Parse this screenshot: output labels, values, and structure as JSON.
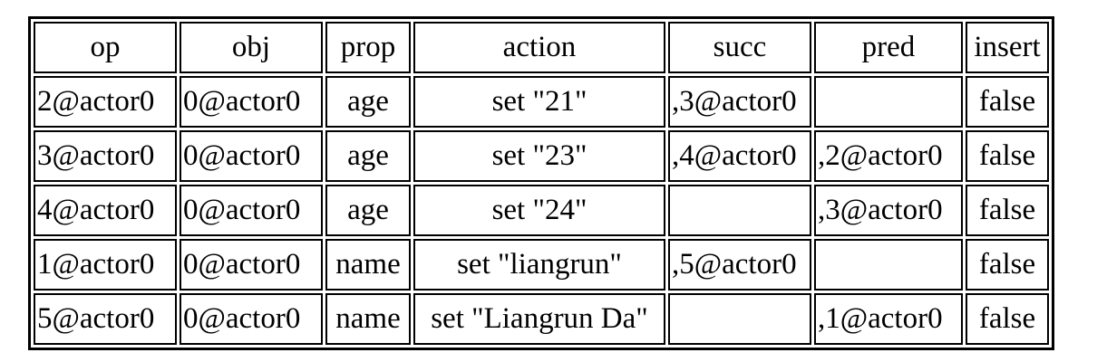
{
  "table": {
    "headers": [
      "op",
      "obj",
      "prop",
      "action",
      "succ",
      "pred",
      "insert"
    ],
    "rows": [
      [
        "2@actor0",
        "0@actor0",
        "age",
        "set \"21\"",
        ",3@actor0",
        "",
        "false"
      ],
      [
        "3@actor0",
        "0@actor0",
        "age",
        "set \"23\"",
        ",4@actor0",
        ",2@actor0",
        "false"
      ],
      [
        "4@actor0",
        "0@actor0",
        "age",
        "set \"24\"",
        "",
        ",3@actor0",
        "false"
      ],
      [
        "1@actor0",
        "0@actor0",
        "name",
        "set \"liangrun\"",
        ",5@actor0",
        "",
        "false"
      ],
      [
        "5@actor0",
        "0@actor0",
        "name",
        "set \"Liangrun Da\"",
        "",
        ",1@actor0",
        "false"
      ]
    ]
  }
}
